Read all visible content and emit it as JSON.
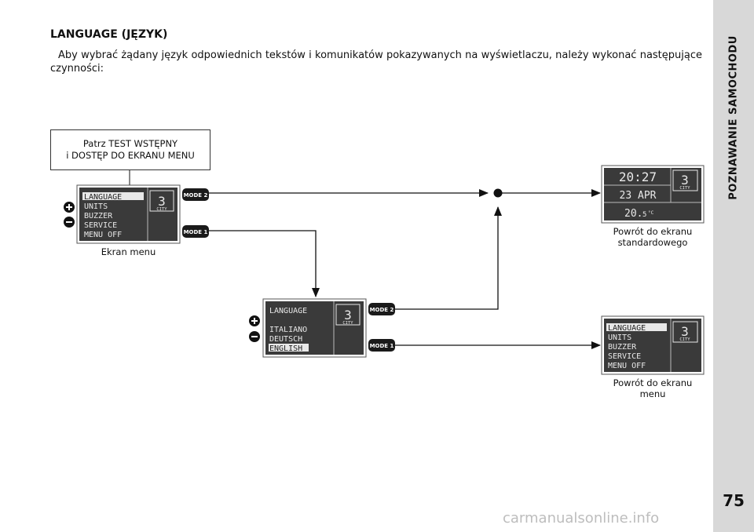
{
  "heading": {
    "main": "LANGUAGE",
    "sub": "(JĘZYK)"
  },
  "intro_text": "Aby wybrać żądany język odpowiednich tekstów i komunikatów pokazywanych na wyświetlaczu, należy wykonać następujące czynności:",
  "section_title": "POZNAWANIE SAMOCHODU",
  "page_number": "75",
  "watermark": "carmanualsonline.info",
  "ref_box": {
    "line1": "Patrz TEST WSTĘPNY",
    "line2": "i DOSTĘP DO EKRANU MENU"
  },
  "menu_screen": {
    "items": [
      "LANGUAGE",
      "UNITS",
      "BUZZER",
      "SERVICE",
      "MENU OFF"
    ],
    "selected": "LANGUAGE",
    "badge_number": "3",
    "badge_label": "CITY",
    "caption": "Ekran menu"
  },
  "language_screen": {
    "header": "LANGUAGE",
    "items": [
      "ITALIANO",
      "DEUTSCH",
      "ENGLISH"
    ],
    "selected": "ENGLISH",
    "badge_number": "3",
    "badge_label": "CITY"
  },
  "standard_screen": {
    "time": "20:27",
    "date": "23 APR",
    "temp_main": "20.",
    "temp_dec": "5",
    "temp_unit": "°C",
    "badge_number": "3",
    "badge_label": "CITY",
    "caption_line1": "Powrót do ekranu",
    "caption_line2": "standardowego"
  },
  "return_menu_screen": {
    "items": [
      "LANGUAGE",
      "UNITS",
      "BUZZER",
      "SERVICE",
      "MENU OFF"
    ],
    "selected": "LANGUAGE",
    "badge_number": "3",
    "badge_label": "CITY",
    "caption_line1": "Powrót do ekranu",
    "caption_line2": "menu"
  },
  "buttons": {
    "mode2": "MODE 2",
    "mode1": "MODE 1",
    "plus": "+",
    "minus": "−"
  },
  "colors": {
    "lcd_bg": "#3a3a3a",
    "lcd_text": "#e8e8e8",
    "mode_button": "#1a1a1a",
    "sidebar": "#d8d8d8"
  }
}
